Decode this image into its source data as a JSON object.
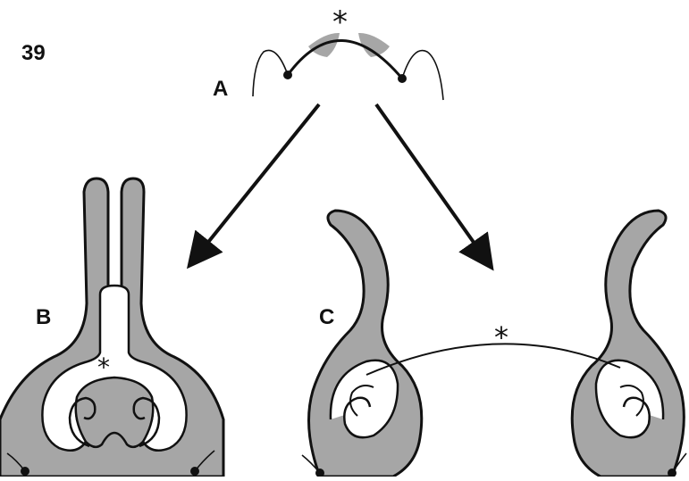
{
  "figure": {
    "number": "39",
    "panel_a": {
      "label": "A"
    },
    "panel_b": {
      "label": "B"
    },
    "panel_c": {
      "label": "C"
    },
    "marker": "*"
  },
  "colors": {
    "tissue_fill": "#a6a6a6",
    "outline": "#111111",
    "background": "#ffffff"
  }
}
